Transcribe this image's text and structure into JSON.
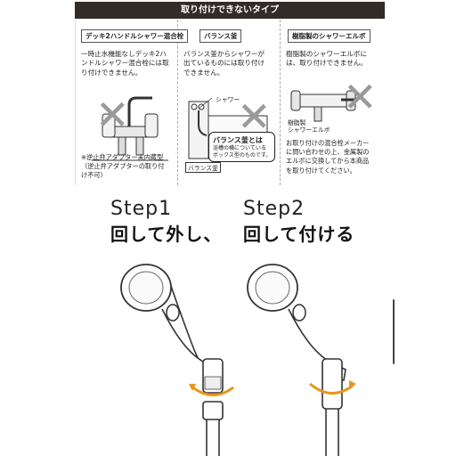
{
  "header": {
    "title": "取り付けできないタイプ"
  },
  "panels": [
    {
      "title": "デッキ2ハンドルシャワー混合栓",
      "text": "一時止水機能なしデッキ2ハ\nンドルシャワー混合栓には取\nり付けできません。",
      "note": "※逆止弁アダプター未内蔵型\n（逆止弁アダプターの取り付\nけ不可）"
    },
    {
      "title": "バランス釜",
      "text": "バランス釜からシャワーが\n出ているものには取り付け\nできません。",
      "shower_label": "シャワー",
      "box_label": "バランス釜",
      "callout_title": "バランス釜とは",
      "callout_text": "浴槽の横についている\nボックス型のものです。"
    },
    {
      "title": "樹脂製のシャワーエルボ",
      "text": "樹脂製のシャワーエルボに\nは、取り付けできません。",
      "elbow_label": "樹脂製\nシャワーエルボ",
      "note": "お取り付けの混合栓メーカー\nに問い合わせの上、金属製の\nエルボに交換してから本商品\nを取り付けてください。"
    }
  ],
  "steps": [
    {
      "num": "Step1",
      "text": "回して外し、"
    },
    {
      "num": "Step2",
      "text": "回して付ける"
    }
  ],
  "colors": {
    "header_bg": "#332b27",
    "arrow": "#e8961e",
    "xmark": "#9a9a9a"
  },
  "icons": [
    "x-mark-icon",
    "showerhead-icon",
    "rotate-arrow-icon"
  ]
}
